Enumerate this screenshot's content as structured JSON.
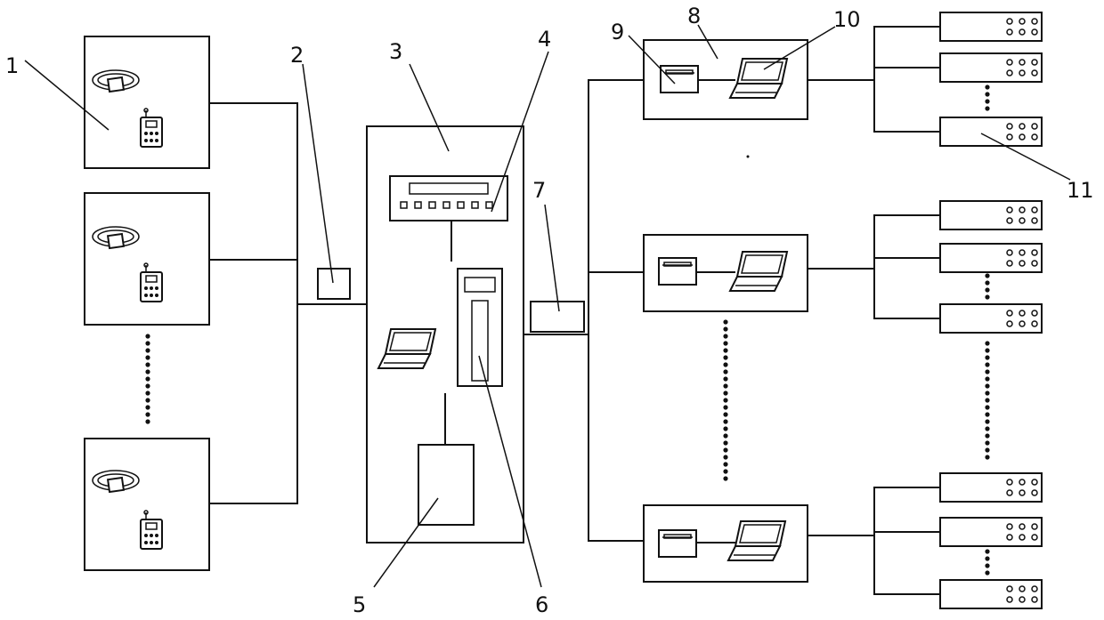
{
  "labels": {
    "l1": "1",
    "l2": "2",
    "l3": "3",
    "l4": "4",
    "l5": "5",
    "l6": "6",
    "l7": "7",
    "l8": "8",
    "l9": "9",
    "l10": "10",
    "l11": "11"
  },
  "icons": [
    "bracelet-icon",
    "radio-transmitter-icon",
    "laptop-icon",
    "printer-icon",
    "server-tower-icon",
    "display-unit-icon",
    "terminal-device-icon"
  ]
}
